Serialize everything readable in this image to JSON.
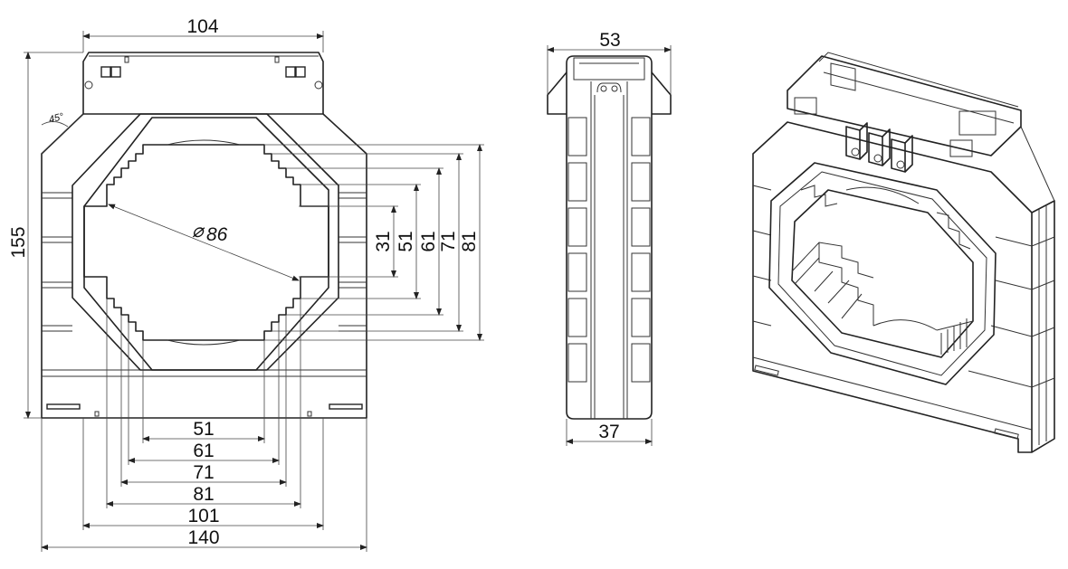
{
  "front_view": {
    "width_top": "104",
    "height": "155",
    "angle": "45°",
    "diameter": "86",
    "diameter_symbol": "⌀",
    "right_dims": [
      "31",
      "51",
      "61",
      "71",
      "81"
    ],
    "bottom_dims": [
      "51",
      "61",
      "71",
      "81",
      "101",
      "140"
    ]
  },
  "side_view": {
    "top_width": "53",
    "bottom_width": "37"
  }
}
